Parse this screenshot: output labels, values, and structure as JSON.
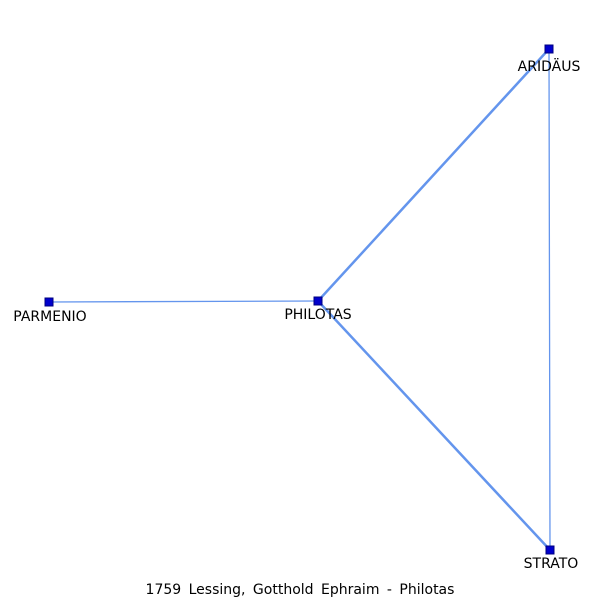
{
  "caption": "1759 Lessing, Gotthold Ephraim - Philotas",
  "colors": {
    "edge": "#6495ed",
    "node_fill": "#0000cd",
    "node_stroke": "#000080",
    "label": "#000000"
  },
  "nodes": [
    {
      "id": "aridaus",
      "label": "ARIDÄUS"
    },
    {
      "id": "parmenio",
      "label": "PARMENIO"
    },
    {
      "id": "philotas",
      "label": "PHILOTAS"
    },
    {
      "id": "strato",
      "label": "STRATO"
    }
  ],
  "edges": [
    {
      "source": "philotas",
      "target": "aridaus",
      "weight": 2
    },
    {
      "source": "philotas",
      "target": "strato",
      "weight": 2
    },
    {
      "source": "philotas",
      "target": "parmenio",
      "weight": 1
    },
    {
      "source": "aridaus",
      "target": "strato",
      "weight": 1
    }
  ]
}
